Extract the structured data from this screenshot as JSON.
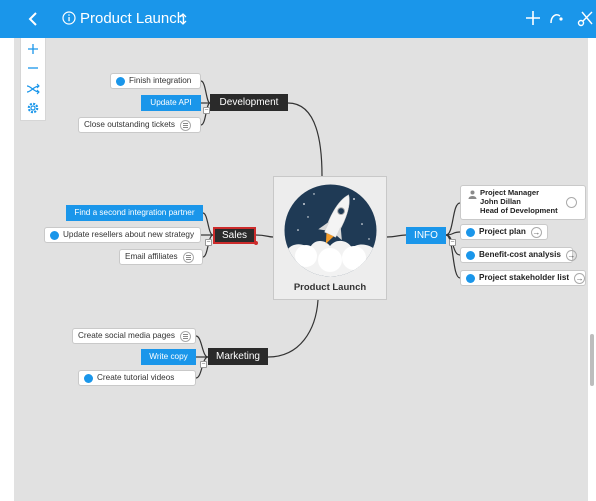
{
  "header": {
    "title": "Product Launch",
    "icons": [
      "back-chevron-icon",
      "info-icon",
      "title-dropdown-icon",
      "add-icon",
      "relink-icon",
      "cut-icon"
    ]
  },
  "zoom_tools": [
    "zoom-in-icon",
    "zoom-out-icon",
    "shuffle-icon",
    "settings-icon"
  ],
  "central": {
    "title": "Product Launch",
    "image": "rocket-launch-illustration"
  },
  "branches": {
    "development": {
      "label": "Development",
      "children": [
        {
          "text": "Finish integration",
          "icon": "task-dot-icon"
        },
        {
          "text": "Update API",
          "selected": true
        },
        {
          "text": "Close outstanding tickets",
          "icon": "note-icon"
        }
      ]
    },
    "sales": {
      "label": "Sales",
      "children": [
        {
          "text": "Find a second integration partner",
          "selected": true
        },
        {
          "text": "Update resellers about new strategy",
          "icon": "task-dot-icon"
        },
        {
          "text": "Email affiliates",
          "icon": "note-icon"
        }
      ]
    },
    "marketing": {
      "label": "Marketing",
      "children": [
        {
          "text": "Create social media pages",
          "icon": "note-icon"
        },
        {
          "text": "Write copy",
          "selected": true
        },
        {
          "text": "Create tutorial videos",
          "icon": "task-dot-icon"
        }
      ]
    },
    "info": {
      "label": "INFO",
      "person": [
        "Project Manager",
        "John Dillan",
        "Head of Development"
      ],
      "children": [
        {
          "text": "Project plan",
          "icon": "link-arrow-icon"
        },
        {
          "text": "Benefit-cost analysis",
          "icon": "link-arrow-icon"
        },
        {
          "text": "Project stakeholder list",
          "icon": "link-arrow-icon"
        }
      ]
    }
  },
  "colors": {
    "accent": "#1a96ea",
    "hub": "#2a2a2a",
    "selection": "#cc2b2b",
    "canvas": "#e1e1e1"
  }
}
